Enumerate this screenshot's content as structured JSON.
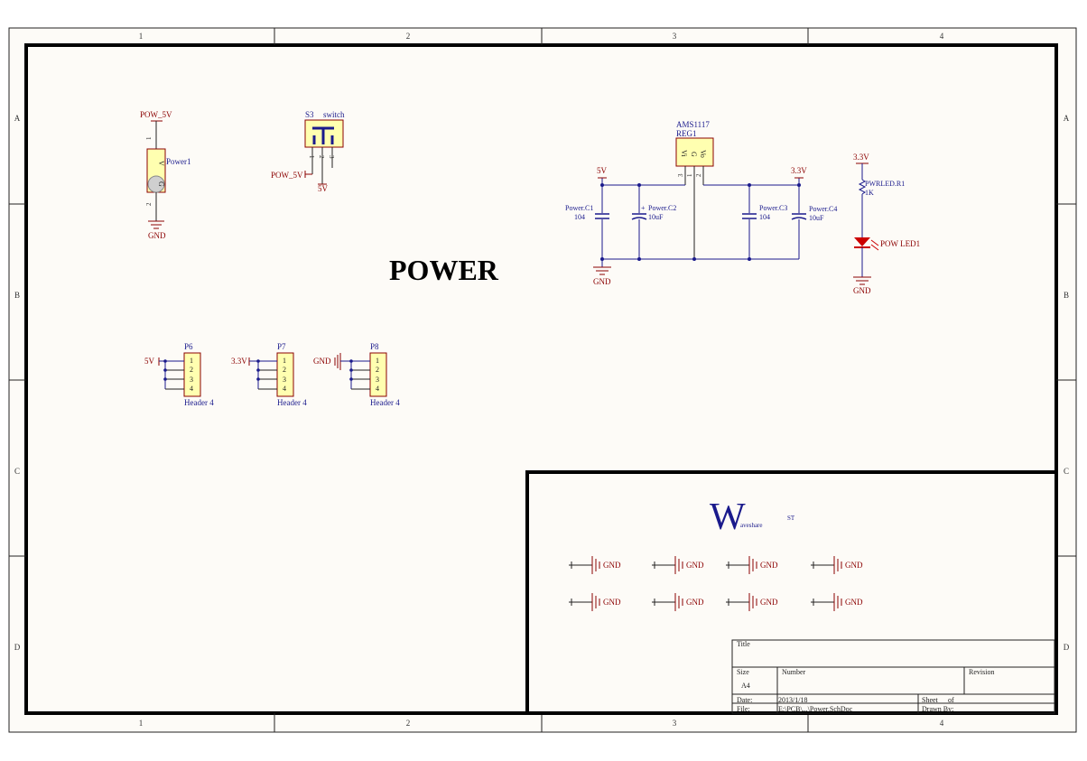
{
  "sheet": {
    "title": "POWER",
    "zones_x": [
      "1",
      "2",
      "3",
      "4"
    ],
    "zones_y": [
      "A",
      "B",
      "C",
      "D"
    ]
  },
  "power_jack": {
    "net_top": "POW_5V",
    "pin1": "1",
    "pin2": "2",
    "label_v": "V",
    "label_g": "G",
    "designator": "Power1",
    "net_bottom": "GND"
  },
  "switch": {
    "designator": "S3",
    "comment": "switch",
    "pins": [
      "1",
      "2",
      "3"
    ],
    "net_left": "POW_5V",
    "net_bottom": "5V"
  },
  "regulator": {
    "comment": "AMS1117",
    "designator": "REG1",
    "pin_labels": [
      "Vi",
      "G",
      "Vo"
    ],
    "pin_nums": [
      "3",
      "1",
      "2"
    ],
    "net_in": "5V",
    "net_out": "3.3V",
    "net_gnd": "GND",
    "c1": {
      "name": "Power.C1",
      "value": "104"
    },
    "c2": {
      "name": "Power.C2",
      "value": "10uF"
    },
    "c3": {
      "name": "Power.C3",
      "value": "104"
    },
    "c4": {
      "name": "Power.C4",
      "value": "10uF"
    }
  },
  "led": {
    "net_top": "3.3V",
    "resistor": "PWRLED.R1",
    "resistor_value": "1K",
    "designator": "POW LED1",
    "net_bottom": "GND"
  },
  "headers": [
    {
      "designator": "P6",
      "net": "5V",
      "pins": [
        "1",
        "2",
        "3",
        "4"
      ],
      "comment": "Header 4"
    },
    {
      "designator": "P7",
      "net": "3.3V",
      "pins": [
        "1",
        "2",
        "3",
        "4"
      ],
      "comment": "Header 4"
    },
    {
      "designator": "P8",
      "net": "GND",
      "pins": [
        "1",
        "2",
        "3",
        "4"
      ],
      "comment": "Header 4"
    }
  ],
  "logo": {
    "initial": "W",
    "rest": "aveshare",
    "suffix": "ST"
  },
  "gnd_symbol_label": "GND",
  "title_block": {
    "title_label": "Title",
    "size_label": "Size",
    "size_value": "A4",
    "number_label": "Number",
    "revision_label": "Revision",
    "date_label": "Date:",
    "date_value": "2013/1/18",
    "sheet_label": "Sheet",
    "of_label": "of",
    "file_label": "File:",
    "file_value": "E:\\PCB\\...\\Power.SchDoc",
    "drawn_label": "Drawn By:"
  }
}
